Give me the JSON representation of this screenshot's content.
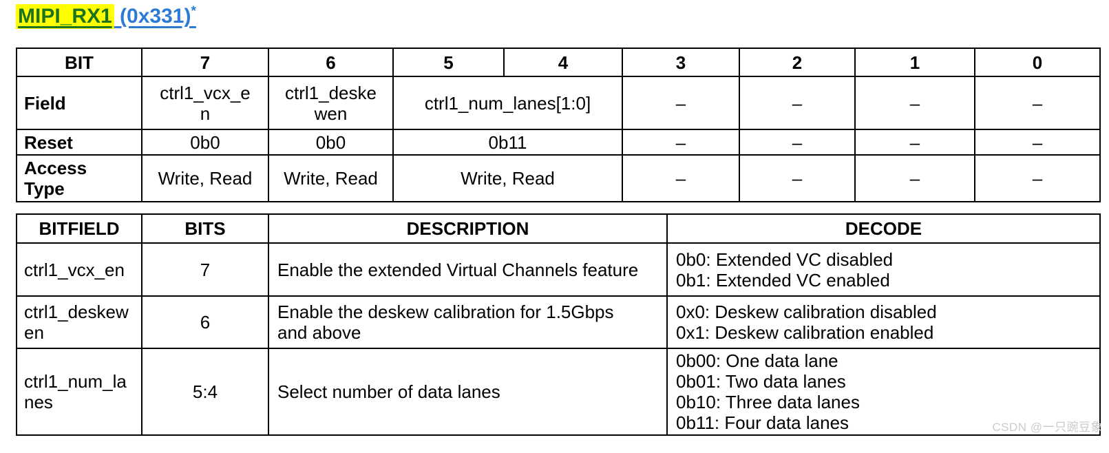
{
  "title": {
    "register": "MIPI_RX1",
    "address": " (0x331)",
    "footnote": "*"
  },
  "colors": {
    "register_green": "#1d731d",
    "highlight_yellow": "#ffff00",
    "link_blue": "#2b7bd4",
    "table_border": "#000000",
    "watermark_gray": "#cbcbcb"
  },
  "bit_table": {
    "corner_label": "BIT",
    "bit_numbers": [
      "7",
      "6",
      "5",
      "4",
      "3",
      "2",
      "1",
      "0"
    ],
    "field_row": {
      "label": "Field",
      "bit7": "ctrl1_vcx_e\nn",
      "bit6": "ctrl1_deske\nwen",
      "bits54": "ctrl1_num_lanes[1:0]",
      "bit3": "–",
      "bit2": "–",
      "bit1": "–",
      "bit0": "–"
    },
    "reset_row": {
      "label": "Reset",
      "bit7": "0b0",
      "bit6": "0b0",
      "bits54": "0b11",
      "bit3": "–",
      "bit2": "–",
      "bit1": "–",
      "bit0": "–"
    },
    "access_row": {
      "label": "Access\nType",
      "bit7": "Write, Read",
      "bit6": "Write, Read",
      "bits54": "Write, Read",
      "bit3": "–",
      "bit2": "–",
      "bit1": "–",
      "bit0": "–"
    }
  },
  "bitfield_table": {
    "headers": {
      "bitfield": "BITFIELD",
      "bits": "BITS",
      "description": "DESCRIPTION",
      "decode": "DECODE"
    },
    "rows": [
      {
        "bitfield": "ctrl1_vcx_en",
        "bits": "7",
        "description": "Enable the extended Virtual Channels feature",
        "decode": "0b0: Extended VC disabled\n0b1: Extended VC enabled"
      },
      {
        "bitfield": "ctrl1_deskew\nen",
        "bits": "6",
        "description": "Enable the deskew calibration for 1.5Gbps\nand above",
        "decode": "0x0: Deskew calibration disabled\n0x1: Deskew calibration enabled"
      },
      {
        "bitfield": "ctrl1_num_la\nnes",
        "bits": "5:4",
        "description": "Select number of data lanes",
        "decode": "0b00: One data lane\n0b01: Two data lanes\n0b10: Three data lanes\n0b11: Four data lanes"
      }
    ]
  },
  "watermark": "CSDN @一只豌豆象"
}
